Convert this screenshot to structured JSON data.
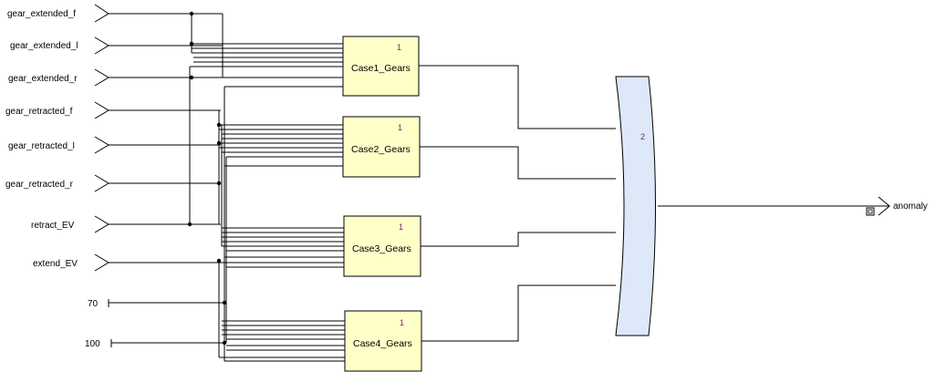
{
  "inputs": [
    {
      "label": "gear_extended_f"
    },
    {
      "label": "gear_extended_l"
    },
    {
      "label": "gear_extended_r"
    },
    {
      "label": "gear_retracted_f"
    },
    {
      "label": "gear_retracted_l"
    },
    {
      "label": "gear_retracted_r"
    },
    {
      "label": "retract_EV"
    },
    {
      "label": "extend_EV"
    }
  ],
  "constants": [
    {
      "value": "70"
    },
    {
      "value": "100"
    }
  ],
  "blocks": [
    {
      "name": "Case1_Gears",
      "id": "1"
    },
    {
      "name": "Case2_Gears",
      "id": "1"
    },
    {
      "name": "Case3_Gears",
      "id": "1"
    },
    {
      "name": "Case4_Gears",
      "id": "1"
    }
  ],
  "or_gate": {
    "id": "2"
  },
  "output": {
    "label": "anomaly"
  },
  "colors": {
    "block_fill": "#ffffc8",
    "gate_fill": "#dde9f9",
    "block_id_text": "#7b1e7b"
  }
}
